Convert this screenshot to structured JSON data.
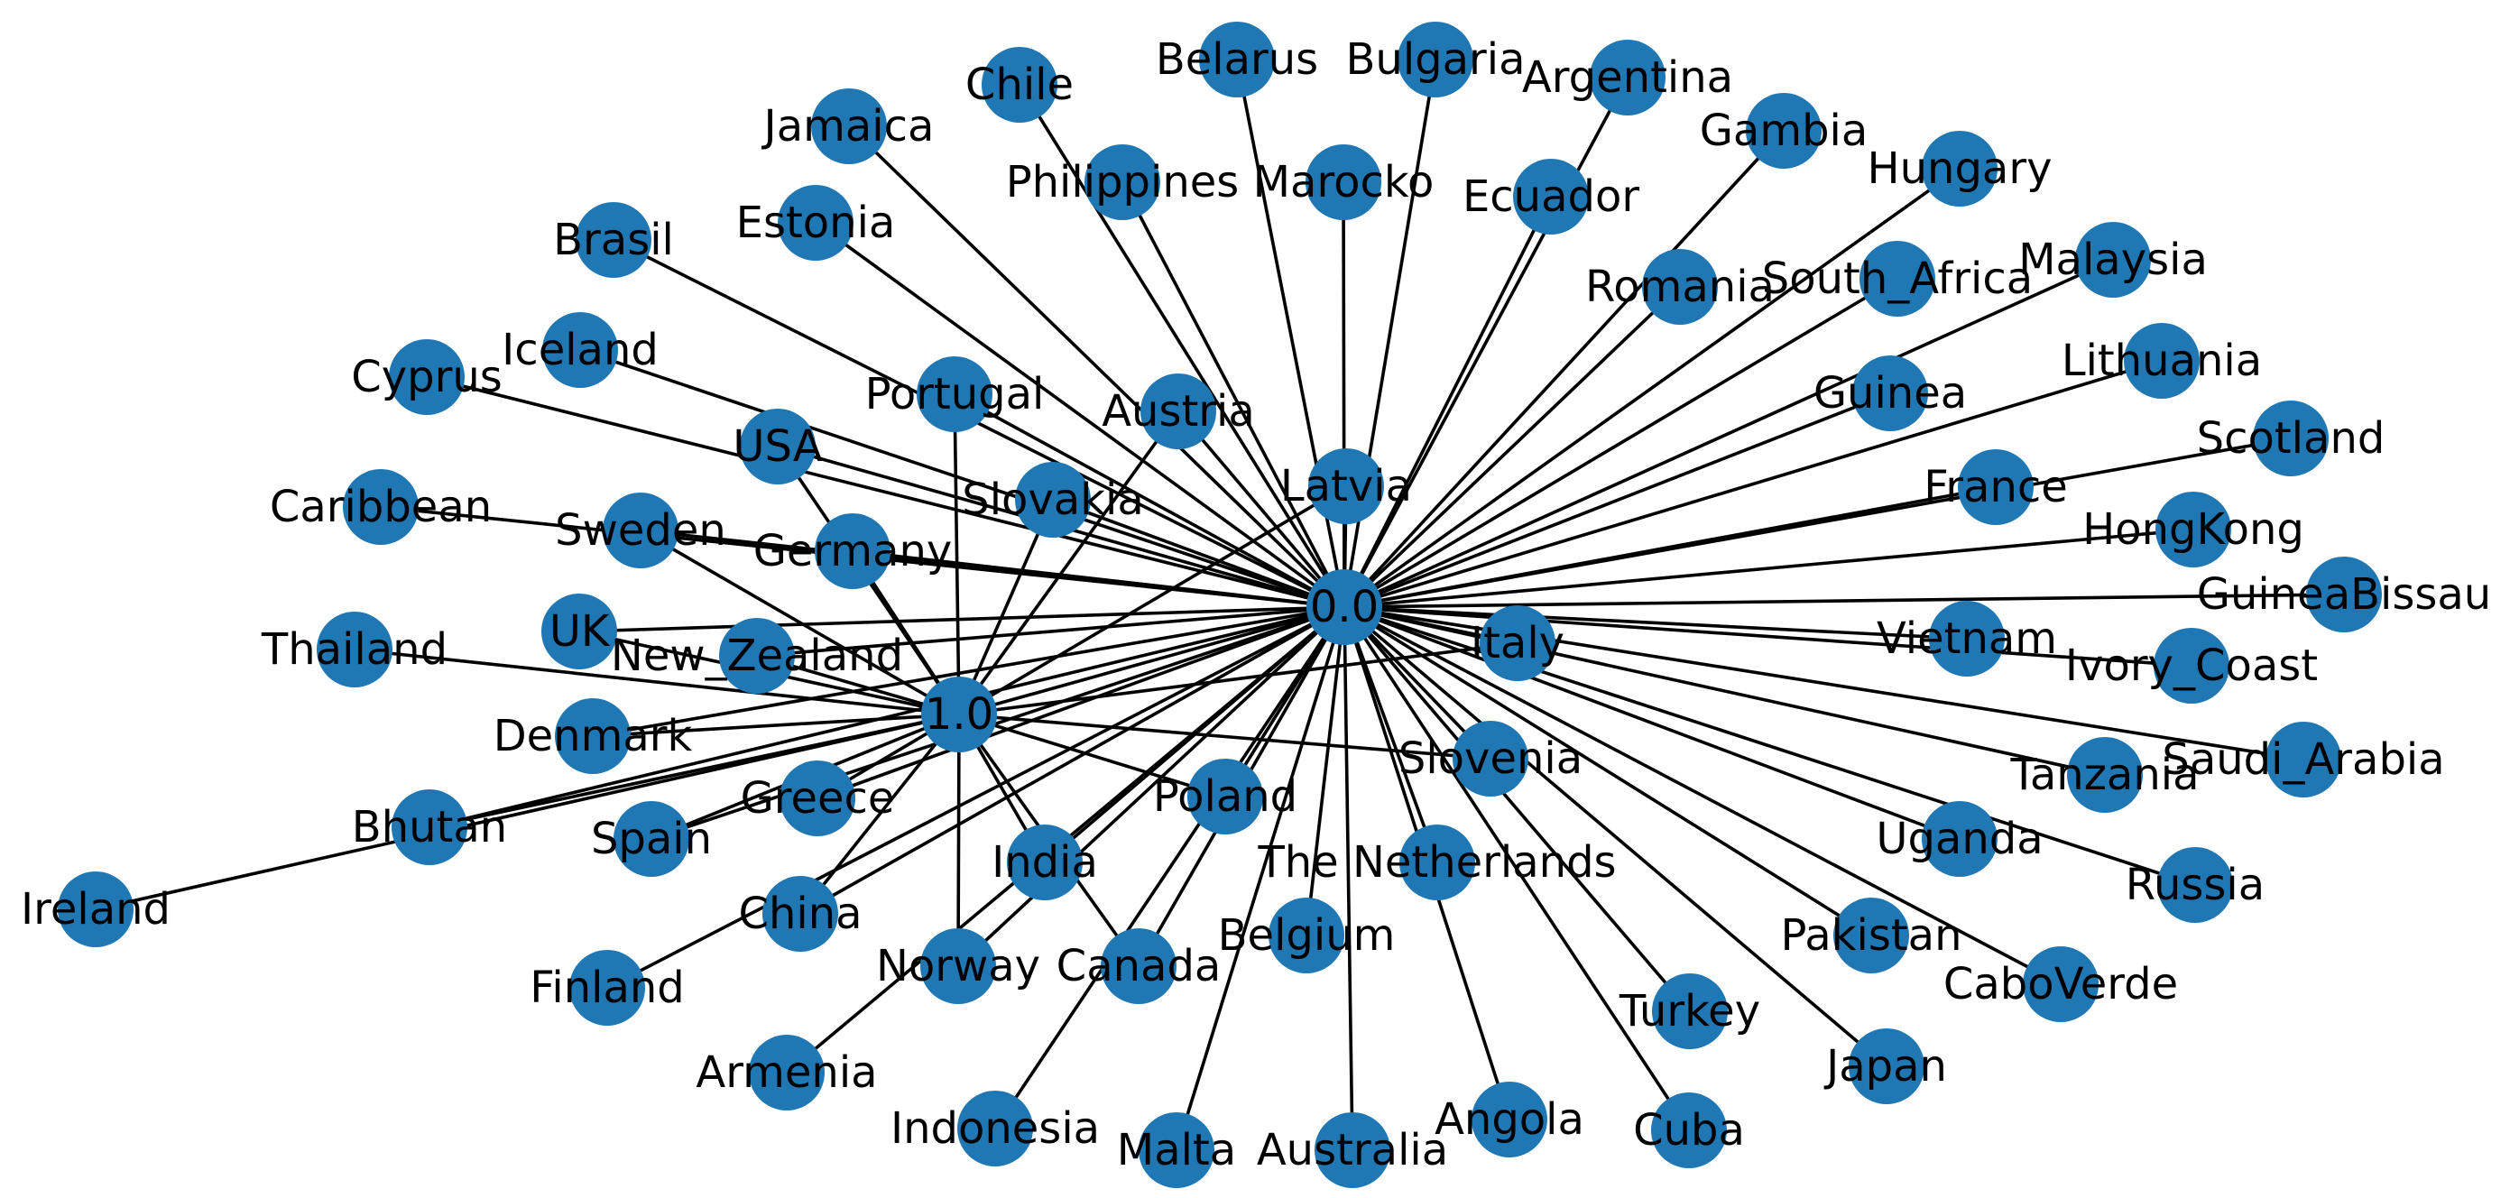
{
  "graph": {
    "type": "network",
    "node_color": "#1f77b4",
    "edge_color": "#000000",
    "hubs": [
      "0.0",
      "1.0"
    ],
    "nodes": [
      {
        "id": "0.0",
        "label": "0.0"
      },
      {
        "id": "1.0",
        "label": "1.0"
      },
      {
        "id": "Latvia",
        "label": "Latvia"
      },
      {
        "id": "Italy",
        "label": "Italy"
      },
      {
        "id": "Slovenia",
        "label": "Slovenia"
      },
      {
        "id": "Poland",
        "label": "Poland"
      },
      {
        "id": "Belgium",
        "label": "Belgium"
      },
      {
        "id": "The Netherlands",
        "label": "The Netherlands"
      },
      {
        "id": "India",
        "label": "India"
      },
      {
        "id": "Canada",
        "label": "Canada"
      },
      {
        "id": "Norway",
        "label": "Norway"
      },
      {
        "id": "China",
        "label": "China"
      },
      {
        "id": "Greece",
        "label": "Greece"
      },
      {
        "id": "Spain",
        "label": "Spain"
      },
      {
        "id": "Bhutan",
        "label": "Bhutan"
      },
      {
        "id": "Ireland",
        "label": "Ireland"
      },
      {
        "id": "Denmark",
        "label": "Denmark"
      },
      {
        "id": "Thailand",
        "label": "Thailand"
      },
      {
        "id": "UK",
        "label": "UK"
      },
      {
        "id": "New_Zealand",
        "label": "New_Zealand"
      },
      {
        "id": "Caribbean",
        "label": "Caribbean"
      },
      {
        "id": "Sweden",
        "label": "Sweden"
      },
      {
        "id": "Germany",
        "label": "Germany"
      },
      {
        "id": "USA",
        "label": "USA"
      },
      {
        "id": "Cyprus",
        "label": "Cyprus"
      },
      {
        "id": "Iceland",
        "label": "Iceland"
      },
      {
        "id": "Brasil",
        "label": "Brasil"
      },
      {
        "id": "Estonia",
        "label": "Estonia"
      },
      {
        "id": "Jamaica",
        "label": "Jamaica"
      },
      {
        "id": "Chile",
        "label": "Chile"
      },
      {
        "id": "Philippines",
        "label": "Philippines"
      },
      {
        "id": "Belarus",
        "label": "Belarus"
      },
      {
        "id": "Marocko",
        "label": "Marocko"
      },
      {
        "id": "Bulgaria",
        "label": "Bulgaria"
      },
      {
        "id": "Argentina",
        "label": "Argentina"
      },
      {
        "id": "Ecuador",
        "label": "Ecuador"
      },
      {
        "id": "Gambia",
        "label": "Gambia"
      },
      {
        "id": "Hungary",
        "label": "Hungary"
      },
      {
        "id": "Romania",
        "label": "Romania"
      },
      {
        "id": "South_Africa",
        "label": "South_Africa"
      },
      {
        "id": "Malaysia",
        "label": "Malaysia"
      },
      {
        "id": "Guinea",
        "label": "Guinea"
      },
      {
        "id": "Lithuania",
        "label": "Lithuania"
      },
      {
        "id": "Scotland",
        "label": "Scotland"
      },
      {
        "id": "France",
        "label": "France"
      },
      {
        "id": "HongKong",
        "label": "HongKong"
      },
      {
        "id": "GuineaBissau",
        "label": "GuineaBissau"
      },
      {
        "id": "Vietnam",
        "label": "Vietnam"
      },
      {
        "id": "Ivory_Coast",
        "label": "Ivory_Coast"
      },
      {
        "id": "Saudi_Arabia",
        "label": "Saudi_Arabia"
      },
      {
        "id": "Tanzania",
        "label": "Tanzania"
      },
      {
        "id": "Uganda",
        "label": "Uganda"
      },
      {
        "id": "Russia",
        "label": "Russia"
      },
      {
        "id": "Pakistan",
        "label": "Pakistan"
      },
      {
        "id": "CaboVerde",
        "label": "CaboVerde"
      },
      {
        "id": "Turkey",
        "label": "Turkey"
      },
      {
        "id": "Japan",
        "label": "Japan"
      },
      {
        "id": "Cuba",
        "label": "Cuba"
      },
      {
        "id": "Angola",
        "label": "Angola"
      },
      {
        "id": "Australia",
        "label": "Australia"
      },
      {
        "id": "Malta",
        "label": "Malta"
      },
      {
        "id": "Indonesia",
        "label": "Indonesia"
      },
      {
        "id": "Armenia",
        "label": "Armenia"
      },
      {
        "id": "Finland",
        "label": "Finland"
      },
      {
        "id": "Portugal",
        "label": "Portugal"
      },
      {
        "id": "Austria",
        "label": "Austria"
      },
      {
        "id": "Slovakia",
        "label": "Slovakia"
      }
    ],
    "edges": [
      [
        "0.0",
        "1.0"
      ],
      [
        "0.0",
        "Latvia"
      ],
      [
        "0.0",
        "Italy"
      ],
      [
        "0.0",
        "Slovenia"
      ],
      [
        "0.0",
        "Poland"
      ],
      [
        "0.0",
        "Belgium"
      ],
      [
        "0.0",
        "The Netherlands"
      ],
      [
        "0.0",
        "India"
      ],
      [
        "0.0",
        "Canada"
      ],
      [
        "0.0",
        "Norway"
      ],
      [
        "0.0",
        "China"
      ],
      [
        "0.0",
        "Greece"
      ],
      [
        "0.0",
        "Spain"
      ],
      [
        "0.0",
        "Bhutan"
      ],
      [
        "0.0",
        "Denmark"
      ],
      [
        "0.0",
        "UK"
      ],
      [
        "0.0",
        "New_Zealand"
      ],
      [
        "0.0",
        "Caribbean"
      ],
      [
        "0.0",
        "Sweden"
      ],
      [
        "0.0",
        "Germany"
      ],
      [
        "0.0",
        "USA"
      ],
      [
        "0.0",
        "Cyprus"
      ],
      [
        "0.0",
        "Iceland"
      ],
      [
        "0.0",
        "Brasil"
      ],
      [
        "0.0",
        "Estonia"
      ],
      [
        "0.0",
        "Jamaica"
      ],
      [
        "0.0",
        "Chile"
      ],
      [
        "0.0",
        "Philippines"
      ],
      [
        "0.0",
        "Belarus"
      ],
      [
        "0.0",
        "Marocko"
      ],
      [
        "0.0",
        "Bulgaria"
      ],
      [
        "0.0",
        "Argentina"
      ],
      [
        "0.0",
        "Ecuador"
      ],
      [
        "0.0",
        "Gambia"
      ],
      [
        "0.0",
        "Hungary"
      ],
      [
        "0.0",
        "Romania"
      ],
      [
        "0.0",
        "South_Africa"
      ],
      [
        "0.0",
        "Malaysia"
      ],
      [
        "0.0",
        "Guinea"
      ],
      [
        "0.0",
        "Lithuania"
      ],
      [
        "0.0",
        "Scotland"
      ],
      [
        "0.0",
        "France"
      ],
      [
        "0.0",
        "HongKong"
      ],
      [
        "0.0",
        "GuineaBissau"
      ],
      [
        "0.0",
        "Vietnam"
      ],
      [
        "0.0",
        "Ivory_Coast"
      ],
      [
        "0.0",
        "Saudi_Arabia"
      ],
      [
        "0.0",
        "Tanzania"
      ],
      [
        "0.0",
        "Uganda"
      ],
      [
        "0.0",
        "Russia"
      ],
      [
        "0.0",
        "Pakistan"
      ],
      [
        "0.0",
        "CaboVerde"
      ],
      [
        "0.0",
        "Turkey"
      ],
      [
        "0.0",
        "Japan"
      ],
      [
        "0.0",
        "Cuba"
      ],
      [
        "0.0",
        "Angola"
      ],
      [
        "0.0",
        "Australia"
      ],
      [
        "0.0",
        "Malta"
      ],
      [
        "0.0",
        "Indonesia"
      ],
      [
        "0.0",
        "Armenia"
      ],
      [
        "0.0",
        "Finland"
      ],
      [
        "0.0",
        "Portugal"
      ],
      [
        "0.0",
        "Austria"
      ],
      [
        "0.0",
        "Slovakia"
      ],
      [
        "1.0",
        "Latvia"
      ],
      [
        "1.0",
        "Italy"
      ],
      [
        "1.0",
        "Slovenia"
      ],
      [
        "1.0",
        "Poland"
      ],
      [
        "1.0",
        "India"
      ],
      [
        "1.0",
        "Canada"
      ],
      [
        "1.0",
        "Norway"
      ],
      [
        "1.0",
        "China"
      ],
      [
        "1.0",
        "Greece"
      ],
      [
        "1.0",
        "Spain"
      ],
      [
        "1.0",
        "Bhutan"
      ],
      [
        "1.0",
        "Ireland"
      ],
      [
        "1.0",
        "Denmark"
      ],
      [
        "1.0",
        "Thailand"
      ],
      [
        "1.0",
        "UK"
      ],
      [
        "1.0",
        "New_Zealand"
      ],
      [
        "1.0",
        "Sweden"
      ],
      [
        "1.0",
        "Germany"
      ],
      [
        "1.0",
        "USA"
      ],
      [
        "1.0",
        "Portugal"
      ],
      [
        "1.0",
        "Austria"
      ],
      [
        "1.0",
        "Slovakia"
      ]
    ]
  }
}
